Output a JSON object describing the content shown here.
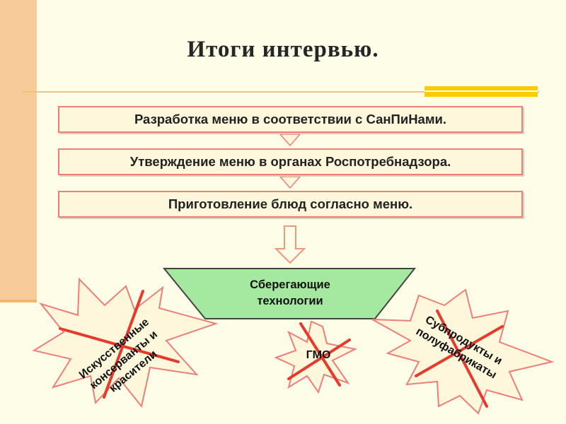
{
  "title": "Итоги интервью.",
  "steps": [
    "Разработка меню в соответствии с СанПиНами.",
    "Утверждение меню в органах Роспотребнадзора.",
    "Приготовление блюд согласно меню."
  ],
  "funnel": {
    "line1": "Сберегающие",
    "line2": "технологии"
  },
  "rejected": [
    {
      "line1": "Искусственные",
      "line2": "консерванты и",
      "line3": "красители"
    },
    {
      "line1": "ГМО"
    },
    {
      "line1": "Субпродукты и",
      "line2": "полуфабрикаты"
    }
  ],
  "colors": {
    "background": "#fefde8",
    "accent_band": "#f8cc9a",
    "accent_bar": "#ffcc00",
    "box_border": "#ee7e79",
    "funnel_fill": "#a5e8a0",
    "cross": "#e63b2c"
  }
}
